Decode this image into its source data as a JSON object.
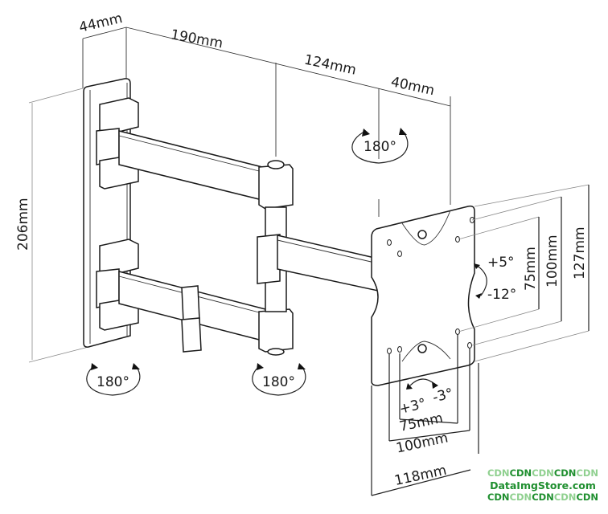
{
  "diagram": {
    "title": "Full-motion TV wall mount dimension drawing",
    "dimensions": {
      "wall_plate_depth": "44mm",
      "first_arm_length": "190mm",
      "second_arm_length": "124mm",
      "head_depth": "40mm",
      "wall_plate_height": "206mm",
      "vesa_vertical_small": "75mm",
      "vesa_vertical_large": "100mm",
      "plate_height": "127mm",
      "vesa_horizontal_small": "75mm",
      "vesa_horizontal_large": "100mm",
      "plate_width": "118mm"
    },
    "rotations": {
      "head_swivel": "180°",
      "wall_pivot": "180°",
      "elbow_pivot": "180°",
      "tilt_up": "+5°",
      "tilt_down": "-12°",
      "rotate_plus": "+3°",
      "rotate_minus": "-3°"
    },
    "colors": {
      "line": "#1a1a1a",
      "watermark_dark": "#1f8f2f",
      "watermark_light": "#8fd08f"
    }
  },
  "watermark": {
    "line1": [
      "CDN",
      "CDN",
      "CDN",
      "CDN",
      "CDN"
    ],
    "line2": "DataImgStore.com",
    "line3": [
      "CDN",
      "CDN",
      "CDN",
      "CDN",
      "CDN"
    ]
  }
}
